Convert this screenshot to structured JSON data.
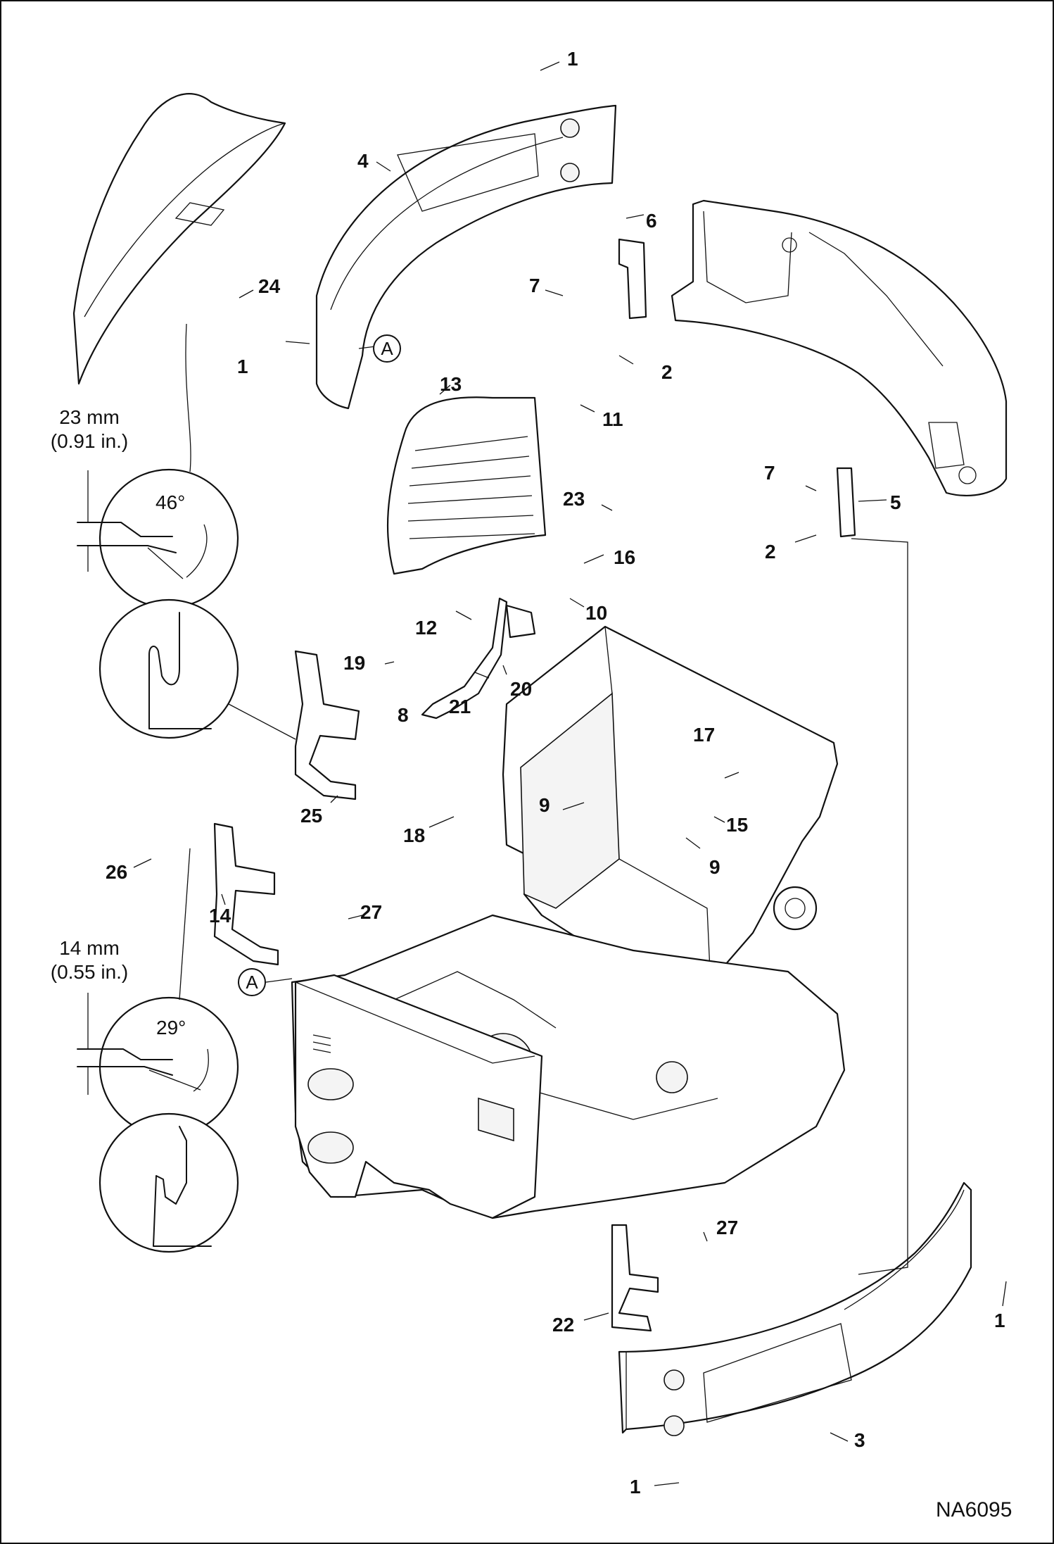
{
  "callouts": [
    {
      "label": "1"
    },
    {
      "label": "4"
    },
    {
      "label": "6"
    },
    {
      "label": "7"
    },
    {
      "label": "2"
    },
    {
      "label": "24"
    },
    {
      "label": "1"
    },
    {
      "label": "13"
    },
    {
      "label": "11"
    },
    {
      "label": "23"
    },
    {
      "label": "7"
    },
    {
      "label": "5"
    },
    {
      "label": "2"
    },
    {
      "label": "16"
    },
    {
      "label": "10"
    },
    {
      "label": "12"
    },
    {
      "label": "19"
    },
    {
      "label": "8"
    },
    {
      "label": "21"
    },
    {
      "label": "20"
    },
    {
      "label": "17"
    },
    {
      "label": "9"
    },
    {
      "label": "15"
    },
    {
      "label": "9"
    },
    {
      "label": "18"
    },
    {
      "label": "25"
    },
    {
      "label": "26"
    },
    {
      "label": "14"
    },
    {
      "label": "27"
    },
    {
      "label": "27"
    },
    {
      "label": "22"
    },
    {
      "label": "1"
    },
    {
      "label": "3"
    },
    {
      "label": "1"
    }
  ],
  "details": {
    "upper": {
      "dimension_mm": "23 mm",
      "dimension_in": "(0.91 in.)",
      "angle": "46°"
    },
    "lower": {
      "dimension_mm": "14 mm",
      "dimension_in": "(0.55 in.)",
      "angle": "29°"
    }
  },
  "reference_marks": [
    "A",
    "A"
  ],
  "drawing_code": "NA6095"
}
